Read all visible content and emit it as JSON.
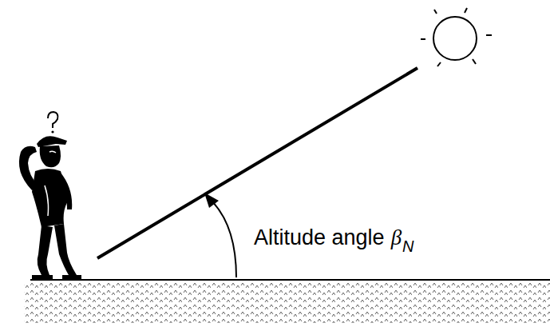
{
  "diagram": {
    "labels": [
      "Altitude angle",
      "β",
      "N"
    ]
  }
}
